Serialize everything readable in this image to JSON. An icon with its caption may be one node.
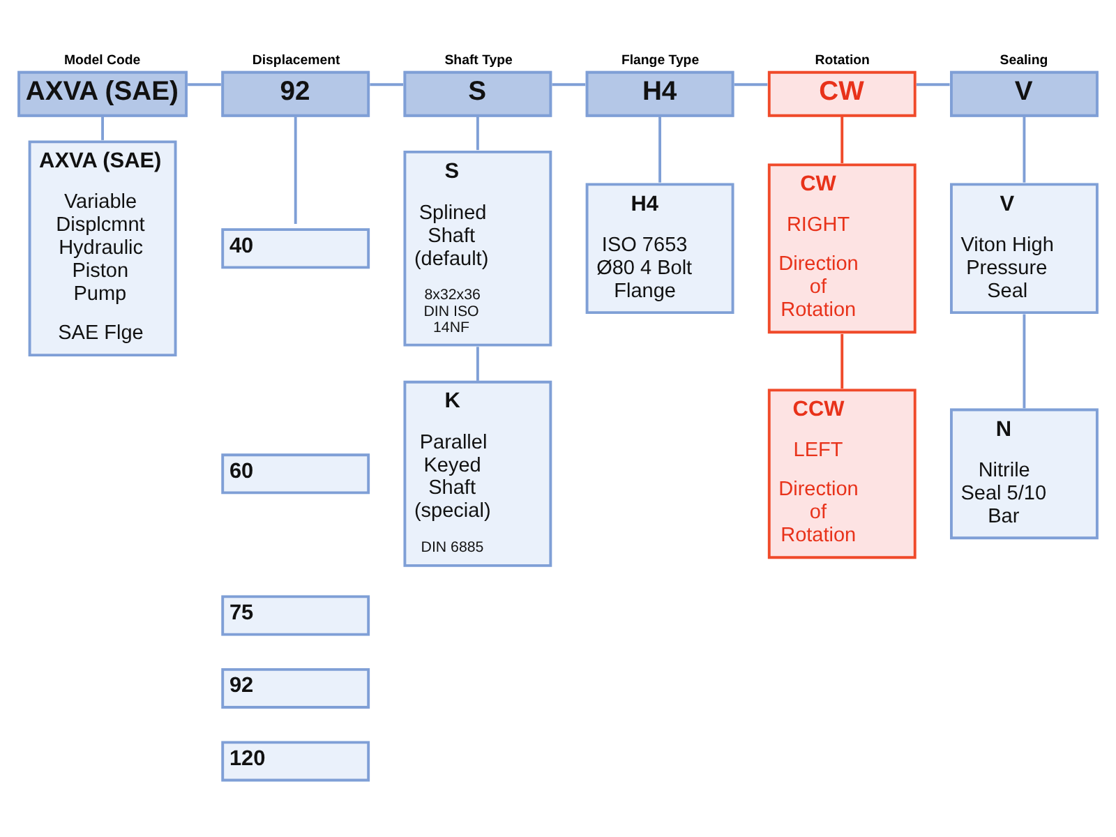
{
  "diagram": {
    "nodes": [
      {
        "text": [
          "Model Code",
          "AXVA (SAE)"
        ]
      },
      {
        "text": [
          "Displacement",
          "92"
        ]
      },
      {
        "text": [
          "Shaft Type",
          "S"
        ]
      },
      {
        "text": [
          "Flange Type",
          "H4"
        ]
      },
      {
        "text": [
          "Rotation",
          "CW"
        ]
      },
      {
        "text": [
          "Sealing",
          "V"
        ]
      },
      {
        "text": [
          "AXVA (SAE)",
          "Variable Displcmnt Hydraulic Piston Pump",
          "SAE Flge"
        ]
      },
      {
        "text": [
          "40"
        ]
      },
      {
        "text": [
          "60"
        ]
      },
      {
        "text": [
          "75"
        ]
      },
      {
        "text": [
          "92"
        ]
      },
      {
        "text": [
          "120"
        ]
      },
      {
        "text": [
          "S",
          "Splined Shaft (default)",
          "8x32x36 DIN ISO 14NF"
        ]
      },
      {
        "text": [
          "K",
          "Parallel Keyed Shaft (special)",
          "DIN 6885"
        ]
      },
      {
        "text": [
          "H4",
          "ISO 7653 Ø80 4 Bolt Flange"
        ]
      },
      {
        "text": [
          "CW",
          "RIGHT",
          "Direction of Rotation"
        ]
      },
      {
        "text": [
          "CCW",
          "LEFT",
          "Direction of Rotation"
        ]
      },
      {
        "text": [
          "V",
          "Viton High Pressure Seal"
        ]
      },
      {
        "text": [
          "N",
          "Nitrile Seal 5/10 Bar"
        ]
      }
    ],
    "edges": [
      {
        "from": 0,
        "to": 1,
        "arrow": "none"
      },
      {
        "from": 1,
        "to": 2,
        "arrow": "none"
      },
      {
        "from": 2,
        "to": 3,
        "arrow": "none"
      },
      {
        "from": 3,
        "to": 4,
        "arrow": "none"
      },
      {
        "from": 4,
        "to": 5,
        "arrow": "none"
      },
      {
        "from": 0,
        "to": 6,
        "arrow": "none"
      },
      {
        "from": 1,
        "to": 7,
        "arrow": "none"
      },
      {
        "from": 2,
        "to": 12,
        "arrow": "none"
      },
      {
        "from": 12,
        "to": 13,
        "arrow": "none"
      },
      {
        "from": 3,
        "to": 14,
        "arrow": "none"
      },
      {
        "from": 4,
        "to": 15,
        "arrow": "none",
        "color": "#f04a2a"
      },
      {
        "from": 15,
        "to": 16,
        "arrow": "none",
        "color": "#f04a2a"
      },
      {
        "from": 5,
        "to": 17,
        "arrow": "none"
      },
      {
        "from": 17,
        "to": 18,
        "arrow": "none"
      }
    ]
  }
}
